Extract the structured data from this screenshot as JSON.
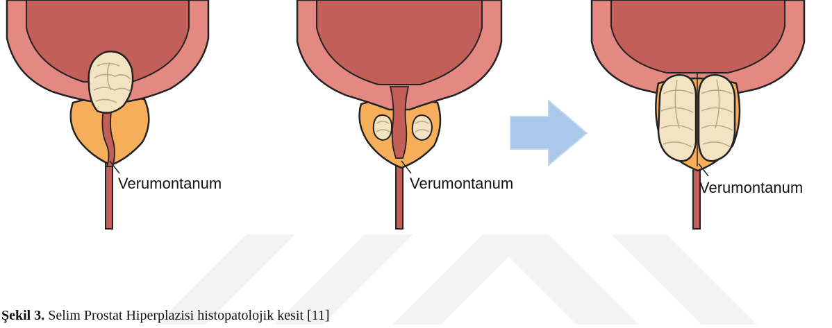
{
  "figure": {
    "panels": [
      {
        "label": "Verumontanum"
      },
      {
        "label": "Verumontanum"
      },
      {
        "label": "Verumontanum"
      }
    ]
  },
  "caption": {
    "number": "Şekil 3.",
    "text": "Selim Prostat Hiperplazisi histopatolojik kesit [11]"
  },
  "colors": {
    "bladder_outer": "#e48982",
    "bladder_inner": "#c25f58",
    "prostate": "#f7ae5b",
    "nodule": "#f3e3c2",
    "arrow": "#a9c8ec",
    "watermark": "#f2f2f2"
  }
}
